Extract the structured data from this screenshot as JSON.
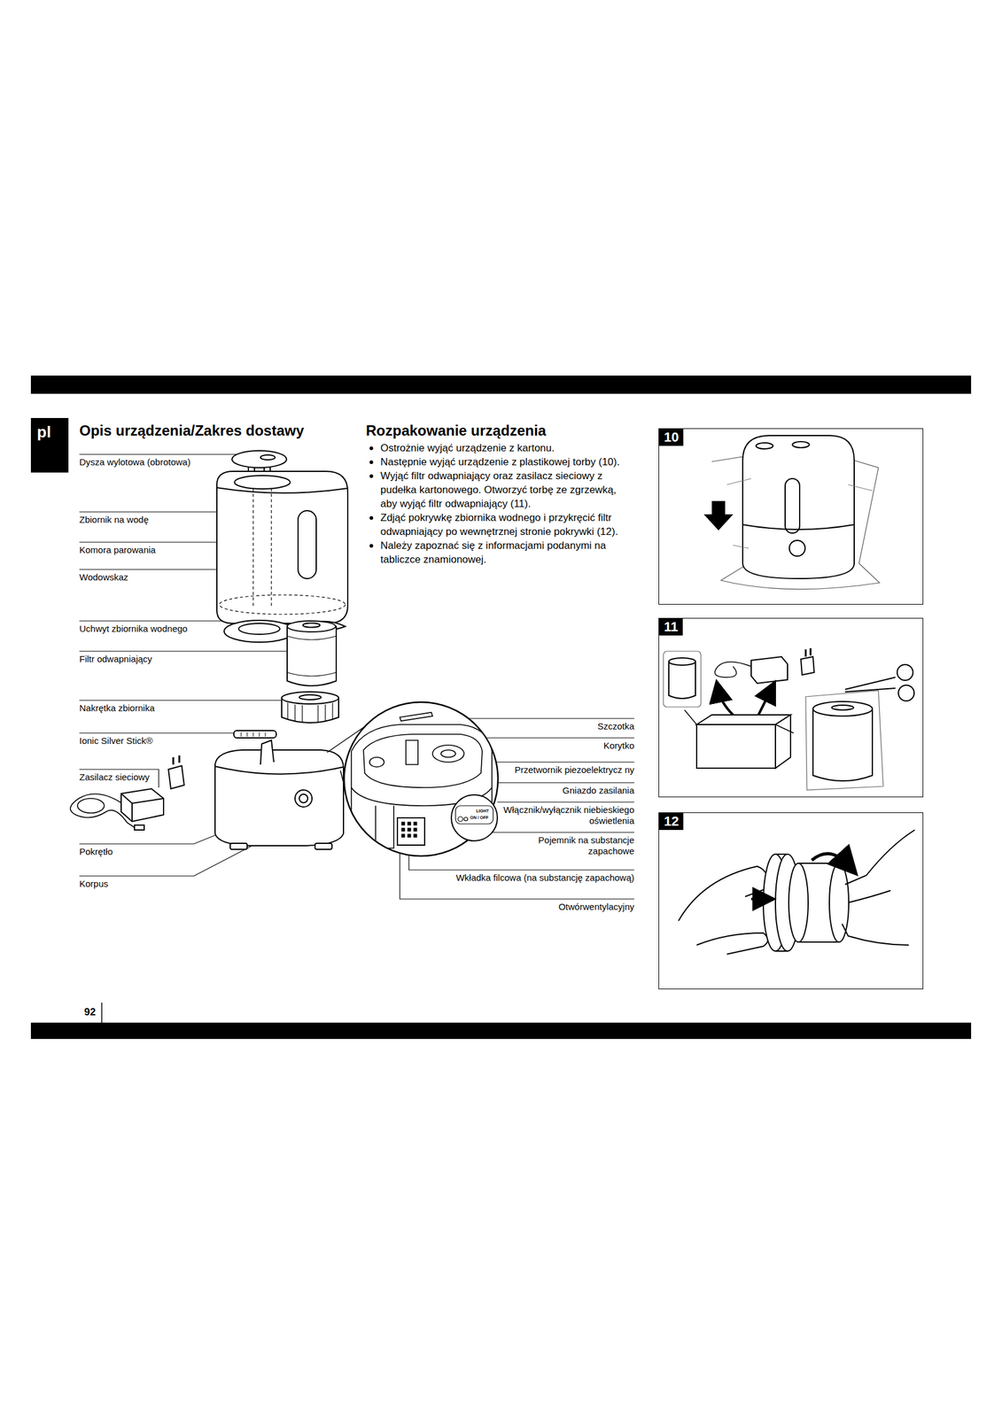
{
  "diagram": {
    "title": "Opis urządzenia/Zakres dostawy",
    "nodes": [
      {
        "text": [
          "pl"
        ]
      },
      {
        "text": [
          "10"
        ]
      },
      {
        "text": [
          "11"
        ]
      },
      {
        "text": [
          "12"
        ]
      }
    ],
    "labels": [
      "Rozpakowanie urządzenia",
      "Ostrożnie wyjąć urządzenie z kartonu.",
      "Następnie wyjąć urządzenie z plastikowej torby (10).",
      "Wyjąć filtr odwapniający oraz zasilacz sieciowy z pudełka kartonowego. Otworzyć torbę ze zgrzewką, aby wyjąć filtr odwapniający (11).",
      "Zdjąć pokrywkę zbiornika wodnego i przykręcić filtr odwapniający po wewnętrznej stronie pokrywki (12).",
      "Należy zapoznać się z informacjami podanymi na tabliczce znamionowej.",
      "Dysza wylotowa (obrotowa)",
      "Zbiornik na wodę",
      "Komora parowania",
      "Wodowskaz",
      "Uchwyt zbiornika wodnego",
      "Filtr odwapniający",
      "Nakrętka zbiornika",
      "Ionic Silver Stick®",
      "Zasilacz sieciowy",
      "Pokrętło",
      "Korpus",
      "Szczotka",
      "Korytko",
      "Przetwornik piezoelektrycz ny",
      "Gniazdo zasilania",
      "Włącznik/wyłącznik niebieskiego oświetlenia",
      "Pojemnik na substancje zapachowe",
      "Wkładka filcowa (na substancję zapachową)",
      "Otwórwentylacyjny",
      "LIGHT",
      "ON / OFF",
      "92"
    ]
  }
}
